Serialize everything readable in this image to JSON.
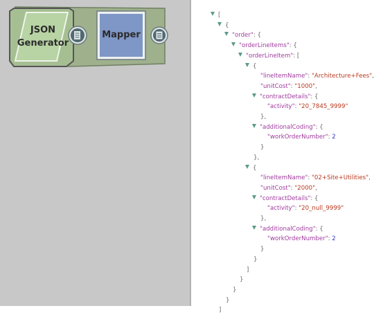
{
  "pipeline": {
    "snaps": [
      {
        "line1": "JSON",
        "line2": "Generator"
      },
      {
        "line1": "Mapper"
      }
    ]
  },
  "preview": {
    "lines": [
      {
        "indent": 0,
        "toggle": true,
        "parts": [
          {
            "t": "[",
            "c": "pun"
          }
        ]
      },
      {
        "indent": 1,
        "toggle": true,
        "parts": [
          {
            "t": "{",
            "c": "pun"
          }
        ]
      },
      {
        "indent": 2,
        "toggle": true,
        "parts": [
          {
            "t": "\"order\"",
            "c": "key"
          },
          {
            "t": ": {",
            "c": "pun"
          }
        ]
      },
      {
        "indent": 3,
        "toggle": true,
        "parts": [
          {
            "t": "\"orderLineItems\"",
            "c": "key"
          },
          {
            "t": ": {",
            "c": "pun"
          }
        ]
      },
      {
        "indent": 4,
        "toggle": true,
        "parts": [
          {
            "t": "\"orderLineItem\"",
            "c": "key"
          },
          {
            "t": ": [",
            "c": "pun"
          }
        ]
      },
      {
        "indent": 5,
        "toggle": true,
        "parts": [
          {
            "t": "{",
            "c": "pun"
          }
        ]
      },
      {
        "indent": 6,
        "toggle": false,
        "parts": [
          {
            "t": "\"lineItemName\"",
            "c": "key"
          },
          {
            "t": ":  ",
            "c": "pun"
          },
          {
            "t": "\"Architecture+Fees\"",
            "c": "str"
          },
          {
            "t": ",",
            "c": "pun"
          }
        ]
      },
      {
        "indent": 6,
        "toggle": false,
        "parts": [
          {
            "t": "\"unitCost\"",
            "c": "key"
          },
          {
            "t": ":  ",
            "c": "pun"
          },
          {
            "t": "\"1000\"",
            "c": "str"
          },
          {
            "t": ",",
            "c": "pun"
          }
        ]
      },
      {
        "indent": 6,
        "toggle": true,
        "parts": [
          {
            "t": "\"contractDetails\"",
            "c": "key"
          },
          {
            "t": ":  {",
            "c": "pun"
          }
        ]
      },
      {
        "indent": 7,
        "toggle": false,
        "parts": [
          {
            "t": "\"activity\"",
            "c": "key"
          },
          {
            "t": ":  ",
            "c": "pun"
          },
          {
            "t": "\"20_7845_9999\"",
            "c": "str"
          }
        ]
      },
      {
        "indent": 6,
        "toggle": false,
        "parts": [
          {
            "t": "},",
            "c": "pun"
          }
        ]
      },
      {
        "indent": 6,
        "toggle": true,
        "parts": [
          {
            "t": "\"additionalCoding\"",
            "c": "key"
          },
          {
            "t": ":  {",
            "c": "pun"
          }
        ]
      },
      {
        "indent": 7,
        "toggle": false,
        "parts": [
          {
            "t": "\"workOrderNumber\"",
            "c": "key"
          },
          {
            "t": ":  ",
            "c": "pun"
          },
          {
            "t": "2",
            "c": "num"
          }
        ]
      },
      {
        "indent": 6,
        "toggle": false,
        "parts": [
          {
            "t": "}",
            "c": "pun"
          }
        ]
      },
      {
        "indent": 5,
        "toggle": false,
        "parts": [
          {
            "t": "},",
            "c": "pun"
          }
        ]
      },
      {
        "indent": 5,
        "toggle": true,
        "parts": [
          {
            "t": "{",
            "c": "pun"
          }
        ]
      },
      {
        "indent": 6,
        "toggle": false,
        "parts": [
          {
            "t": "\"lineItemName\"",
            "c": "key"
          },
          {
            "t": ":  ",
            "c": "pun"
          },
          {
            "t": "\"02+Site+Utilities\"",
            "c": "str"
          },
          {
            "t": ",",
            "c": "pun"
          }
        ]
      },
      {
        "indent": 6,
        "toggle": false,
        "parts": [
          {
            "t": "\"unitCost\"",
            "c": "key"
          },
          {
            "t": ":  ",
            "c": "pun"
          },
          {
            "t": "\"2000\"",
            "c": "str"
          },
          {
            "t": ",",
            "c": "pun"
          }
        ]
      },
      {
        "indent": 6,
        "toggle": true,
        "parts": [
          {
            "t": "\"contractDetails\"",
            "c": "key"
          },
          {
            "t": ":  {",
            "c": "pun"
          }
        ]
      },
      {
        "indent": 7,
        "toggle": false,
        "parts": [
          {
            "t": "\"activity\"",
            "c": "key"
          },
          {
            "t": ":  ",
            "c": "pun"
          },
          {
            "t": "\"20_null_9999\"",
            "c": "str"
          }
        ]
      },
      {
        "indent": 6,
        "toggle": false,
        "parts": [
          {
            "t": "},",
            "c": "pun"
          }
        ]
      },
      {
        "indent": 6,
        "toggle": true,
        "parts": [
          {
            "t": "\"additionalCoding\"",
            "c": "key"
          },
          {
            "t": ":  {",
            "c": "pun"
          }
        ]
      },
      {
        "indent": 7,
        "toggle": false,
        "parts": [
          {
            "t": "\"workOrderNumber\"",
            "c": "key"
          },
          {
            "t": ":  ",
            "c": "pun"
          },
          {
            "t": "2",
            "c": "num"
          }
        ]
      },
      {
        "indent": 6,
        "toggle": false,
        "parts": [
          {
            "t": "}",
            "c": "pun"
          }
        ]
      },
      {
        "indent": 5,
        "toggle": false,
        "parts": [
          {
            "t": "}",
            "c": "pun"
          }
        ]
      },
      {
        "indent": 4,
        "toggle": false,
        "parts": [
          {
            "t": "]",
            "c": "pun"
          }
        ]
      },
      {
        "indent": 3,
        "toggle": false,
        "parts": [
          {
            "t": "}",
            "c": "pun"
          }
        ]
      },
      {
        "indent": 2,
        "toggle": false,
        "parts": [
          {
            "t": "}",
            "c": "pun"
          }
        ]
      },
      {
        "indent": 1,
        "toggle": false,
        "parts": [
          {
            "t": "}",
            "c": "pun"
          }
        ]
      },
      {
        "indent": 0,
        "toggle": false,
        "parts": [
          {
            "t": "]",
            "c": "pun"
          }
        ]
      }
    ]
  },
  "colors": {
    "canvas": "#c8c8c8",
    "pipeline_band": "#9fb08d",
    "generator_snap": "#a6bf92",
    "mapper_snap": "#7f97c6",
    "key": "#a03a9e",
    "string": "#b83a1f",
    "number": "#3535c8",
    "toggle": "#5a9a8a"
  }
}
